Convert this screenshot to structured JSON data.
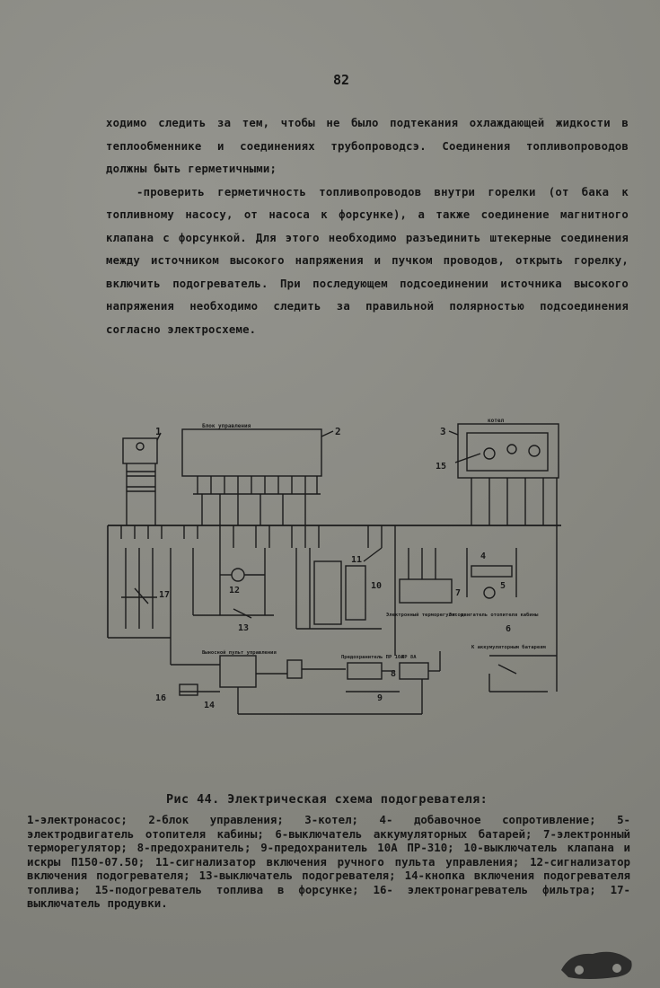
{
  "page": {
    "number": "82"
  },
  "body": {
    "p1": "ходимо следить за тем, чтобы не было подтекания охлаждающей жидкости в теплообменнике и соединениях трубопроводсэ. Соединения топливопроводов должны быть герметичными;",
    "p2": "-проверить герметичность топливопроводов внутри горелки (от бака к топливному насосу, от насоса к форсунке), а также соединение магнитного клапана с форсункой. Для этого необходимо разъединить штекерные соединения между источником высокого напряжения и пучком проводов, открыть горелку, включить подогреватель. При последующем подсоединении источника высокого напряжения необходимо следить за правильной полярностью подсоединения согласно электросхеме."
  },
  "figure": {
    "labels": {
      "control_block": "Блок управления",
      "boiler": "котел",
      "n1": "1",
      "n2": "2",
      "n3": "3",
      "n4": "4",
      "n5": "5",
      "n6": "6",
      "n7": "7",
      "n8": "8",
      "n9": "9",
      "n10": "10",
      "n11": "11",
      "n12": "12",
      "n13": "13",
      "n14": "14",
      "n15": "15",
      "n16": "16",
      "n17": "17",
      "thermo": "Электронный терморегулятор",
      "motor": "Эл. двигатель отопителя кабины",
      "to_battery": "К аккумуляторным батареям",
      "manual_panel": "Выносной пульт управления",
      "fuse_a": "Предохранитель ПР 10А",
      "fuse_b": "ПР 8А"
    }
  },
  "caption": {
    "title": "Рис  44. Электрическая схема подогревателя:",
    "legend": "1-электронасос; 2-блок управления; 3-котел; 4- добавочное сопротивление; 5-электродвигатель отопителя кабины; 6-выключатель аккумуляторных батарей; 7-электронный терморегулятор; 8-предохранитель; 9-предохранитель 10А ПР-310; 10-выключатель клапана и искры П150-07.50; 11-сигнализатор включения ручного пульта управления; 12-сигнализатор включения подогревателя; 13-выключатель подогревателя; 14-кнопка включения подогревателя топлива; 15-подогреватель топлива в форсунке; 16- электронагреватель фильтра; 17-выключатель продувки."
  }
}
